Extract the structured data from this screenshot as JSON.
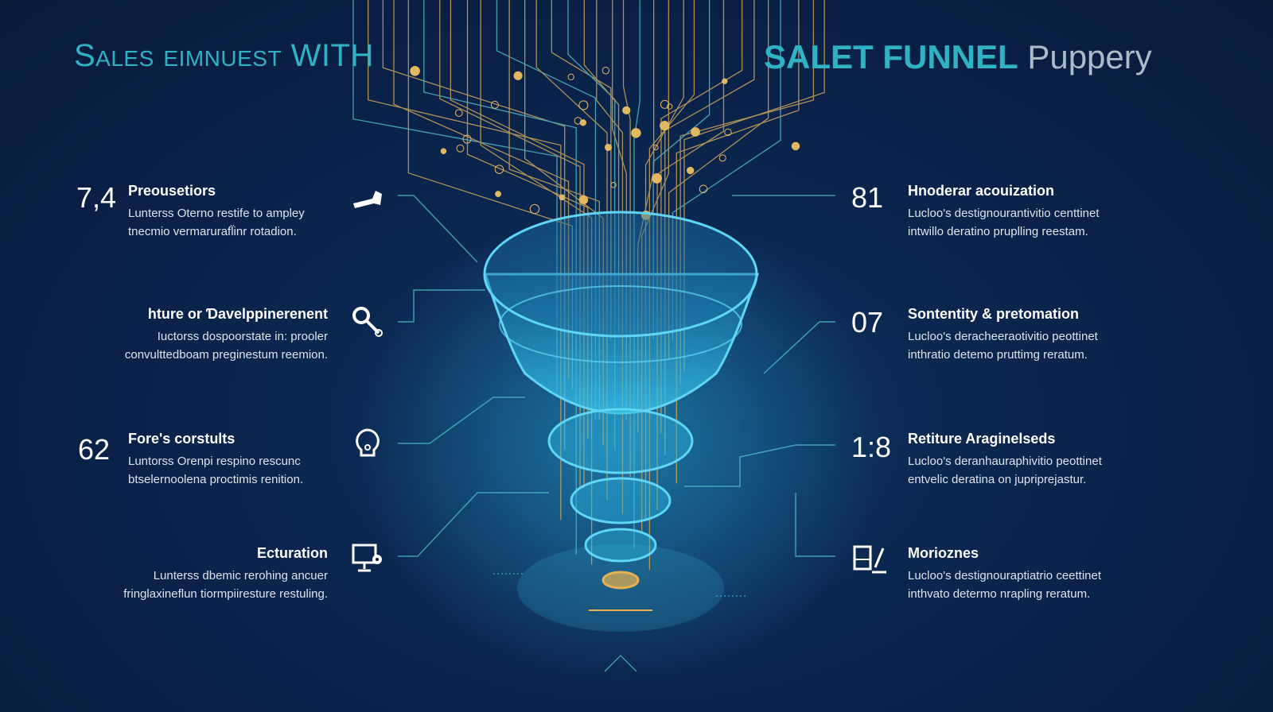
{
  "header": {
    "title_left": "Sales eimnuest WITH",
    "title_right_bold": "SALET FUNNEL",
    "title_right_light": "Puppery"
  },
  "left_items": [
    {
      "number": "7,4",
      "title": "Preousetiors",
      "desc": [
        "Lunterss Oterno restife to ampley",
        "tnecmio vermarurafl̈inr rotadion."
      ],
      "icon": "wrench-icon"
    },
    {
      "number": "",
      "title": "hture or Ɗavelppinerenent",
      "desc": [
        "Iuctorss dospoorstate in: prooler",
        "convulttedboam preginestum reemion."
      ],
      "icon": "gear-wrench-icon"
    },
    {
      "number": "62",
      "title": "Fore's corstults",
      "desc": [
        "Luntorss Orenpi respino rescunc",
        "btselernoolena proctimis renition."
      ],
      "icon": "lightbulb-icon"
    },
    {
      "number": "",
      "title": "Ecturation",
      "desc": [
        "Lunterss dbemic rerohing ancuer",
        "fringlaxineflun tiormpiiresture restuling."
      ],
      "icon": "monitor-gear-icon"
    }
  ],
  "right_items": [
    {
      "number": "81",
      "title": "Hnoderar acouization",
      "desc": [
        "Lucloo's destignourantivitio centtinet",
        "intwillo deratino pruplling reestam."
      ]
    },
    {
      "number": "07",
      "title": "Sontentity & pretomation",
      "desc": [
        "Lucloo's deracheeraotivitio peottinet",
        "inthratio detemo pruttimg reratum."
      ]
    },
    {
      "number": "1:8",
      "title": "Retiture Araginelseds",
      "desc": [
        "Lucloo's deranhauraphivitio peottinet",
        "entvelic deratina on jupriprejastur."
      ]
    },
    {
      "number": "",
      "title": "Morioznes",
      "desc": [
        "Lucloo's destignouraptiatrio ceettinet",
        "inthvato determo nrapling reratum."
      ],
      "icon": "document-pen-icon"
    }
  ],
  "colors": {
    "bg": "#0a1f45",
    "teal": "#2fb3c4",
    "gold": "#d8b35a",
    "cyan": "#3fc8e8"
  }
}
